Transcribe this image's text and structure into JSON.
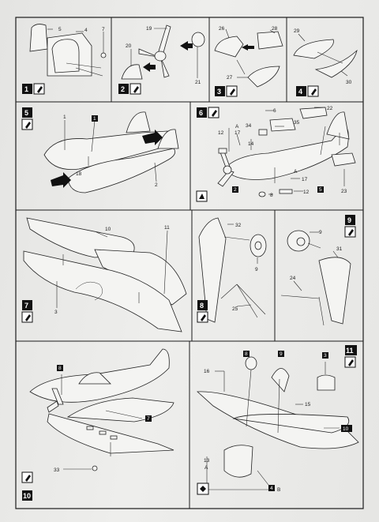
{
  "steps": {
    "s1": {
      "num": "1",
      "parts": [
        "5",
        "4",
        "7"
      ]
    },
    "s2": {
      "num": "2",
      "parts": [
        "19",
        "20",
        "21"
      ]
    },
    "s3": {
      "num": "3",
      "parts": [
        "26",
        "28",
        "27"
      ]
    },
    "s4": {
      "num": "4",
      "parts": [
        "29",
        "30"
      ]
    },
    "s5": {
      "num": "5",
      "parts": [
        "1",
        "18",
        "2"
      ],
      "ref": "1"
    },
    "s6": {
      "num": "6",
      "parts": [
        "22",
        "6",
        "34",
        "35",
        "A",
        "17",
        "12",
        "14",
        "A",
        "17",
        "12",
        "8",
        "23",
        "12"
      ],
      "refs": [
        "5",
        "2"
      ]
    },
    "s7": {
      "num": "7",
      "parts": [
        "10",
        "11",
        "3"
      ]
    },
    "s8": {
      "num": "8",
      "parts": [
        "32",
        "9",
        "25"
      ]
    },
    "s9": {
      "num": "9",
      "parts": [
        "9",
        "31",
        "24"
      ]
    },
    "s10": {
      "num": "10",
      "parts": [
        "33"
      ],
      "refs": [
        "8",
        "7"
      ]
    },
    "s11": {
      "num": "11",
      "parts": [
        "16",
        "15",
        "13",
        "A",
        "B"
      ],
      "refs": [
        "8",
        "9",
        "3",
        "10",
        "4"
      ]
    }
  },
  "colors": {
    "border": "#1c1c1c",
    "step_box": "#111111",
    "paper": "#ececea"
  }
}
